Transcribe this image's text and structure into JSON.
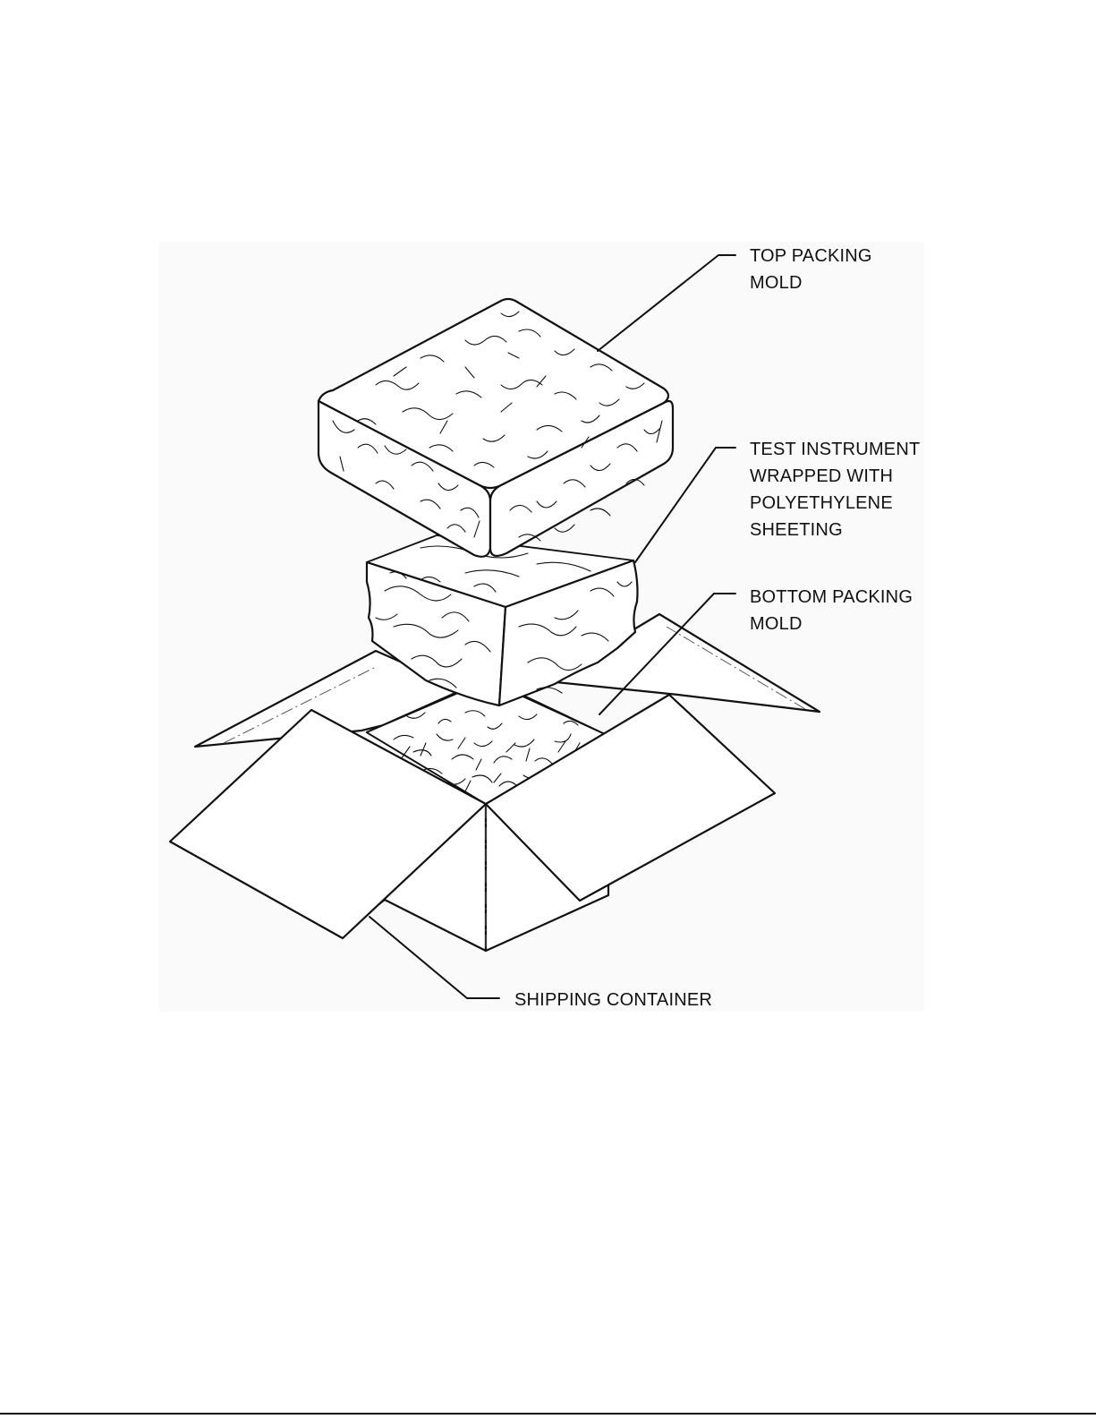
{
  "labels": {
    "top_mold": [
      "TOP PACKING",
      "MOLD"
    ],
    "instrument": [
      "TEST INSTRUMENT",
      "WRAPPED WITH",
      "POLYETHYLENE",
      "SHEETING"
    ],
    "bottom_mold": [
      "BOTTOM PACKING",
      "MOLD"
    ],
    "container": [
      "SHIPPING CONTAINER"
    ]
  },
  "colors": {
    "line": "#111111",
    "panel": "#fafafa",
    "paper": "#ffffff"
  }
}
